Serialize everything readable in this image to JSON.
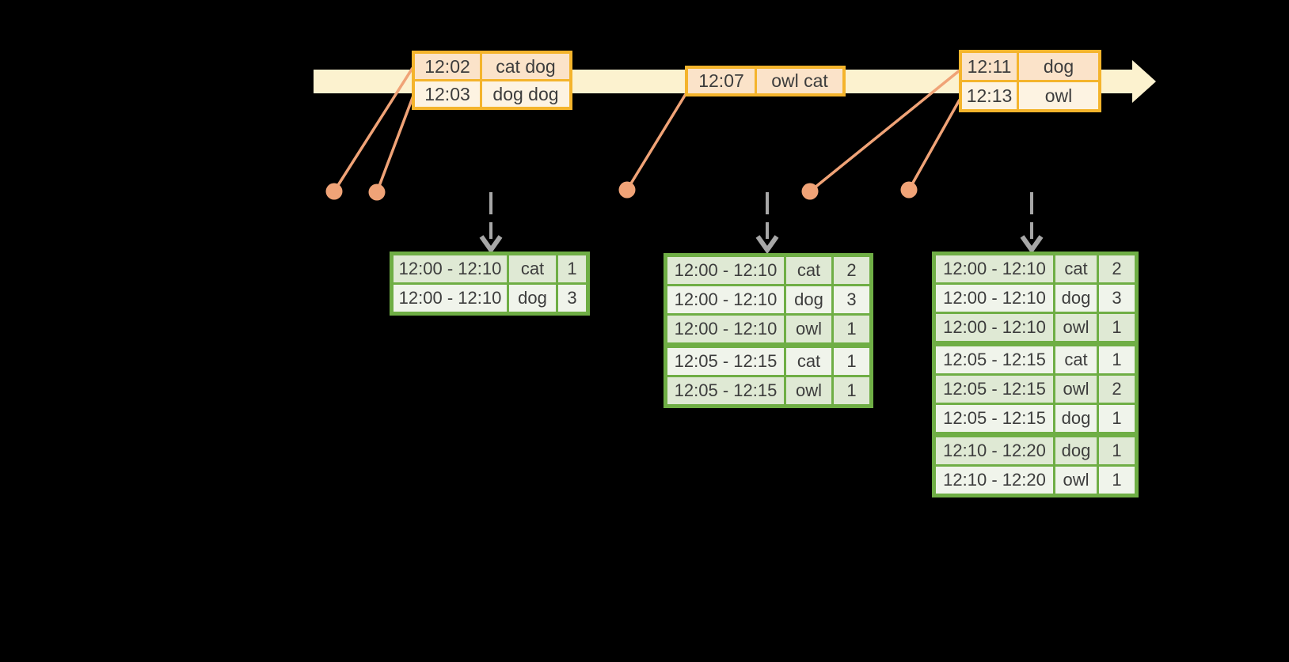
{
  "colors": {
    "background": "#000000",
    "timeline_fill": "#fcf2cf",
    "event_table_border": "#f4b42c",
    "event_row_peach": "#fbe3c9",
    "event_row_cream": "#fdf3e2",
    "connector_orange": "#f0a377",
    "trigger_arrow_gray": "#a7a7a7",
    "result_table_border": "#6fae45",
    "result_row_dark": "#dfe9d4",
    "result_row_light": "#f0f4eb",
    "text": "#3d3d3d"
  },
  "event_tables": [
    {
      "rows": [
        {
          "time": "12:02",
          "words": "cat dog"
        },
        {
          "time": "12:03",
          "words": "dog dog"
        }
      ]
    },
    {
      "rows": [
        {
          "time": "12:07",
          "words": "owl cat"
        }
      ]
    },
    {
      "rows": [
        {
          "time": "12:11",
          "words": "dog"
        },
        {
          "time": "12:13",
          "words": "owl"
        }
      ]
    }
  ],
  "result_tables": [
    {
      "rows": [
        {
          "window": "12:00 - 12:10",
          "word": "cat",
          "count": "1"
        },
        {
          "window": "12:00 - 12:10",
          "word": "dog",
          "count": "3"
        }
      ]
    },
    {
      "rows": [
        {
          "window": "12:00 - 12:10",
          "word": "cat",
          "count": "2"
        },
        {
          "window": "12:00 - 12:10",
          "word": "dog",
          "count": "3"
        },
        {
          "window": "12:00 - 12:10",
          "word": "owl",
          "count": "1"
        },
        {
          "window": "12:05 - 12:15",
          "word": "cat",
          "count": "1"
        },
        {
          "window": "12:05 - 12:15",
          "word": "owl",
          "count": "1"
        }
      ]
    },
    {
      "rows": [
        {
          "window": "12:00 - 12:10",
          "word": "cat",
          "count": "2"
        },
        {
          "window": "12:00 - 12:10",
          "word": "dog",
          "count": "3"
        },
        {
          "window": "12:00 - 12:10",
          "word": "owl",
          "count": "1"
        },
        {
          "window": "12:05 - 12:15",
          "word": "cat",
          "count": "1"
        },
        {
          "window": "12:05 - 12:15",
          "word": "owl",
          "count": "2"
        },
        {
          "window": "12:05 - 12:15",
          "word": "dog",
          "count": "1"
        },
        {
          "window": "12:10 - 12:20",
          "word": "dog",
          "count": "1"
        },
        {
          "window": "12:10 - 12:20",
          "word": "owl",
          "count": "1"
        }
      ]
    }
  ]
}
